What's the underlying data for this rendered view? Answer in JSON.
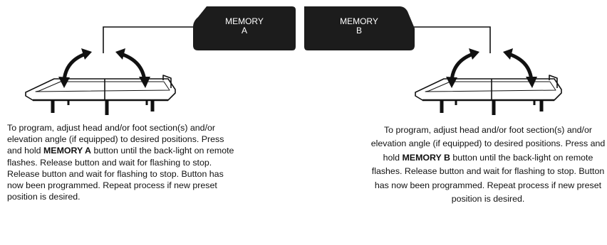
{
  "memory_a": {
    "line1": "MEMORY",
    "line2": "A"
  },
  "memory_b": {
    "line1": "MEMORY",
    "line2": "B"
  },
  "instructions_a": {
    "before": "To program, adjust head and/or foot section(s) and/or elevation angle (if equipped) to desired positions. Press and hold ",
    "button_name": "MEMORY A",
    "after": " button until the back-light on remote flashes. Release button and wait for flashing to stop. Release button and wait for flashing to stop. Button has now been programmed. Repeat process if new preset position is desired."
  },
  "instructions_b": {
    "before": "To program, adjust head and/or foot section(s) and/or elevation angle (if equipped) to desired positions. Press and hold ",
    "button_name": "MEMORY B",
    "after": " button until the back-light on remote flashes. Release button and wait for flashing to stop. Button has now been programmed. Repeat process if new preset position is desired."
  },
  "colors": {
    "button_fill": "#1c1c1c",
    "line": "#111111",
    "text": "#111111",
    "button_text": "#ffffff"
  }
}
